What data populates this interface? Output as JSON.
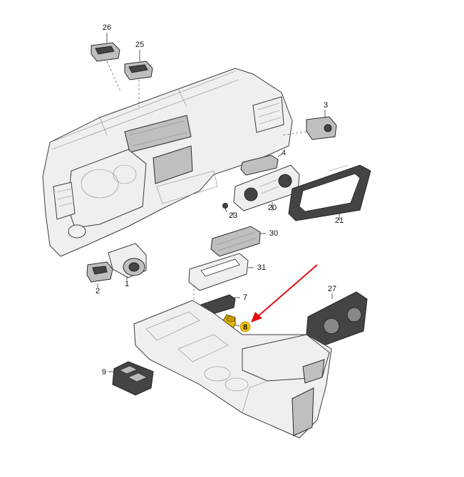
{
  "diagram": {
    "colors": {
      "background": "#ffffff",
      "line": "#333333",
      "part_fill": "#efefef",
      "part_shade": "#bfbfbf",
      "highlight": "#f2c200",
      "arrow": "#e01010"
    },
    "callouts": [
      {
        "id": "c1",
        "text": "1"
      },
      {
        "id": "c2",
        "text": "2"
      },
      {
        "id": "c3",
        "text": "3"
      },
      {
        "id": "c4",
        "text": "4"
      },
      {
        "id": "c7",
        "text": "7"
      },
      {
        "id": "c8",
        "text": "8",
        "highlighted": true
      },
      {
        "id": "c9",
        "text": "9"
      },
      {
        "id": "c20",
        "text": "20"
      },
      {
        "id": "c21",
        "text": "21"
      },
      {
        "id": "c23",
        "text": "23"
      },
      {
        "id": "c25",
        "text": "25"
      },
      {
        "id": "c26",
        "text": "26"
      },
      {
        "id": "c27",
        "text": "27"
      },
      {
        "id": "c30",
        "text": "30"
      },
      {
        "id": "c31",
        "text": "31"
      }
    ],
    "pointer": {
      "target": "8",
      "icon": "red-arrow-icon"
    }
  }
}
